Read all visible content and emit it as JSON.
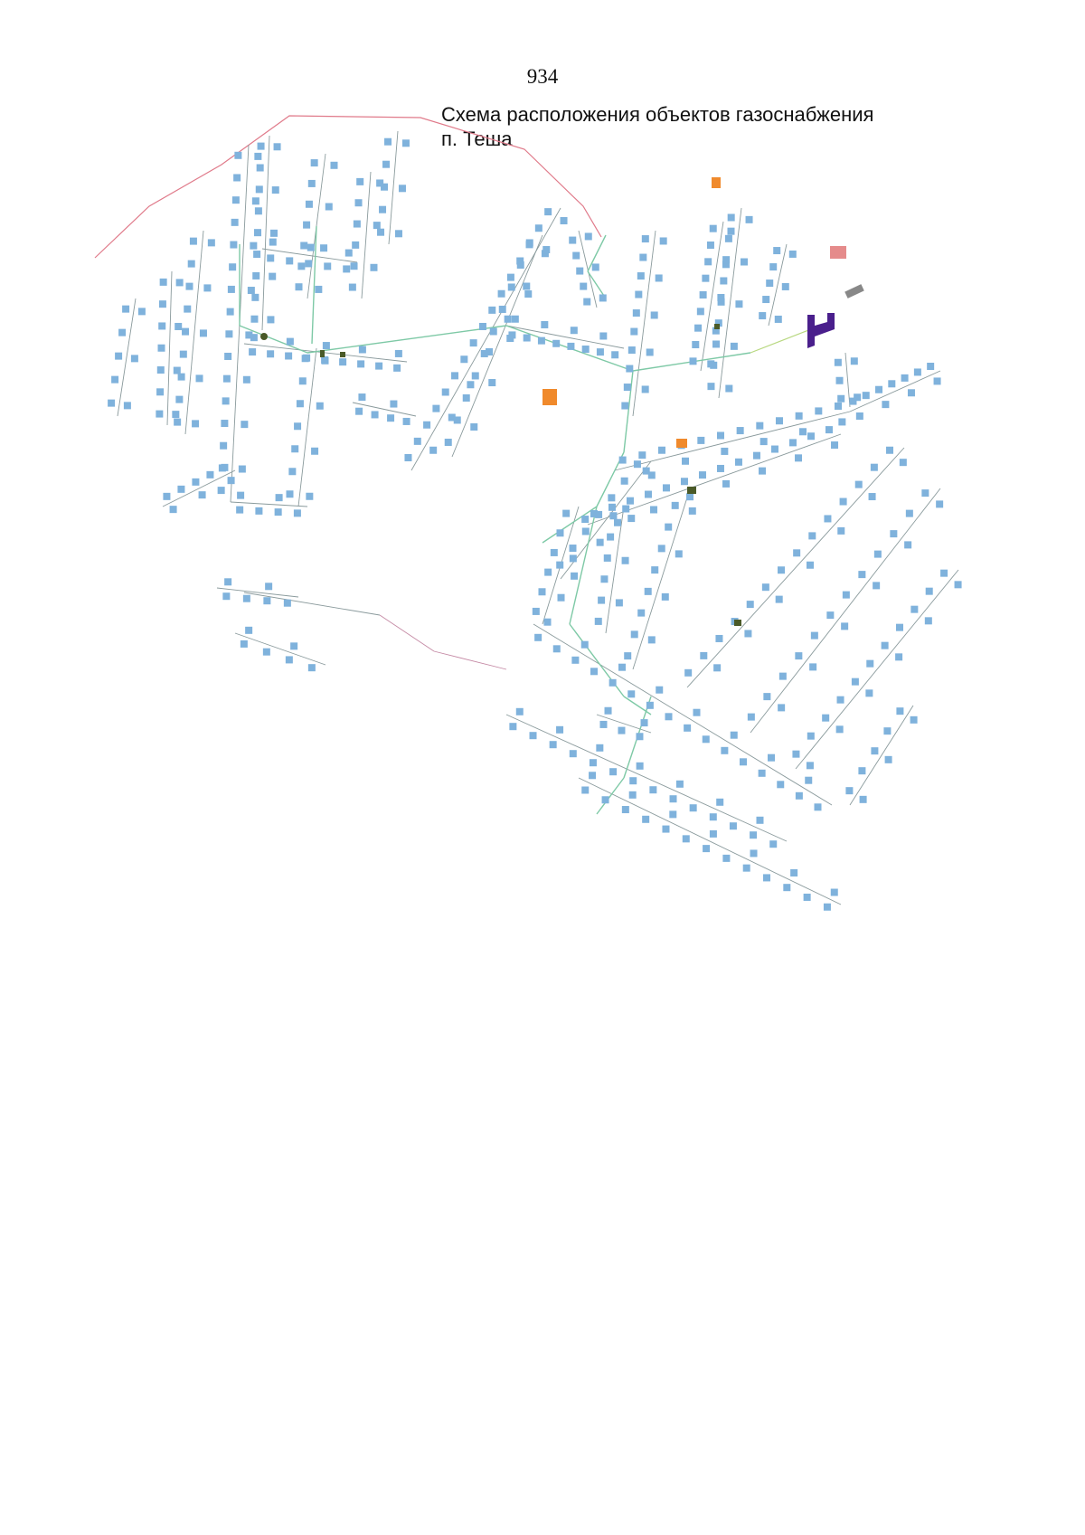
{
  "page": {
    "number": "934"
  },
  "map": {
    "title_line1": "Схема расположения объектов газоснабжения",
    "title_line2": "п. Теша"
  },
  "colors": {
    "building": "#7fb2dc",
    "gas_pipe": "#7ec9a6",
    "street_line": "#8a9a9c",
    "boundary": "#e07a8a",
    "facility_orange": "#f08a2c",
    "facility_red": "#e58b8b",
    "gas_station_symbol": "#4a1f8c",
    "regulator_point": "#4a5a28"
  },
  "icons": [
    "building-icon",
    "gas-regulator-icon",
    "gas-station-icon"
  ]
}
